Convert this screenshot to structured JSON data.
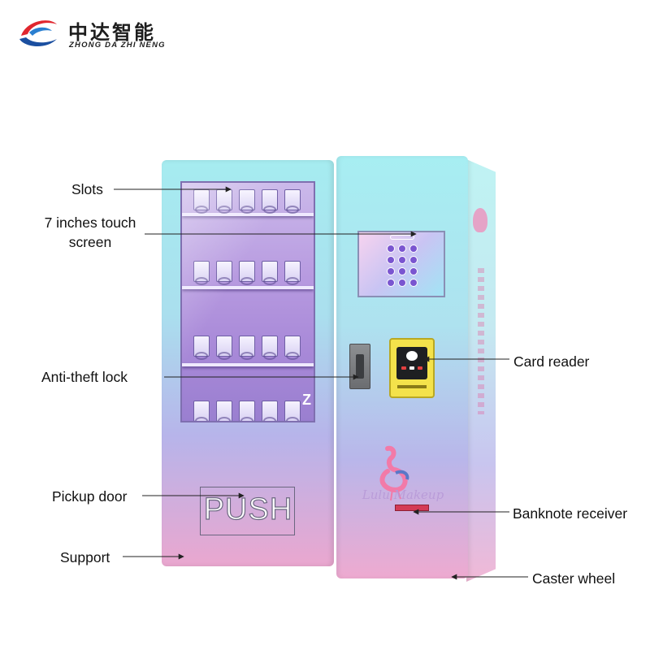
{
  "brand": {
    "name_cn": "中达智能",
    "name_en": "ZHONG DA ZHI NENG",
    "logo_colors": [
      "#e0262e",
      "#1b4fa0"
    ]
  },
  "machine": {
    "push_label": "PUSH",
    "brand_script": "Lulu Makeup",
    "colors": {
      "top": "#a6ecf0",
      "bottom": "#eaa7cf",
      "card_reader": "#f4e24b",
      "banknote_slot": "#d43a55"
    }
  },
  "callouts": {
    "slots": "Slots",
    "touch_screen_line1": "7 inches touch",
    "touch_screen_line2": "screen",
    "anti_theft_lock": "Anti-theft lock",
    "pickup_door": "Pickup door",
    "support": "Support",
    "card_reader": "Card reader",
    "banknote_receiver": "Banknote receiver",
    "caster_wheel": "Caster wheel"
  }
}
